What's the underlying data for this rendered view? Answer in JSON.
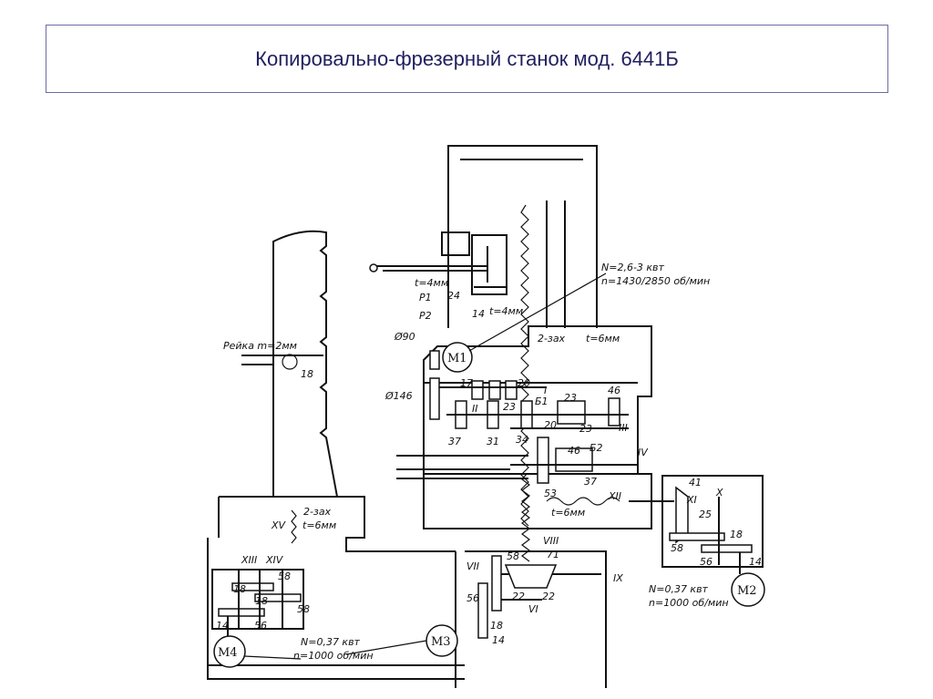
{
  "title": "Копировально-фрезерный станок мод. 6441Б",
  "motors": {
    "m1": "M1",
    "m2": "M2",
    "m3": "M3",
    "m4": "M4"
  },
  "m1_spec": {
    "power": "N=2,6-3 квт",
    "speed": "n=1430/2850 об/мин"
  },
  "m2_spec": {
    "power": "N=0,37 квт",
    "speed": "n=1000 об/мин"
  },
  "m34_spec": {
    "power": "N=0,37 квт",
    "speed": "n=1000 об/мин"
  },
  "labels": {
    "rack": "Рейка m=2мм",
    "rack_gear": "18",
    "t4a": "t=4мм",
    "t4b": "t=4мм",
    "z24": "24",
    "z14a": "14",
    "p1": "P1",
    "p2": "P2",
    "d90": "Ø90",
    "d146": "Ø146",
    "two_start": "2-зах",
    "t6": "t=6мм",
    "z17": "17",
    "z20a": "20",
    "s1": "I",
    "s2": "II",
    "z23a": "23",
    "b1": "Б1",
    "z23b": "23",
    "z46a": "46",
    "z37a": "37",
    "z31": "31",
    "z34": "34",
    "z20b": "20",
    "z23c": "23",
    "s3": "III",
    "z46b": "46",
    "b2": "Б2",
    "s4": "IV",
    "z37b": "37",
    "z53": "53",
    "s12": "XII",
    "t6b": "t=6мм",
    "s15": "XV",
    "two_start_b": "2-зах",
    "t6c": "t=6мм",
    "s13": "XIII",
    "s14": "XIV",
    "z58a": "58",
    "z18a": "18",
    "z18b": "18",
    "z58b": "58",
    "z14b": "14",
    "z56a": "56",
    "s8": "VIII",
    "z71": "71",
    "z58c": "58",
    "s7": "VII",
    "z56b": "56",
    "z22a": "22",
    "z22b": "22",
    "s6": "VI",
    "s9": "IX",
    "z18c": "18",
    "z14c": "14",
    "z41": "41",
    "s11": "XI",
    "s10": "X",
    "z25": "25",
    "z18d": "18",
    "z58d": "58",
    "z56c": "56",
    "z14d": "14"
  }
}
